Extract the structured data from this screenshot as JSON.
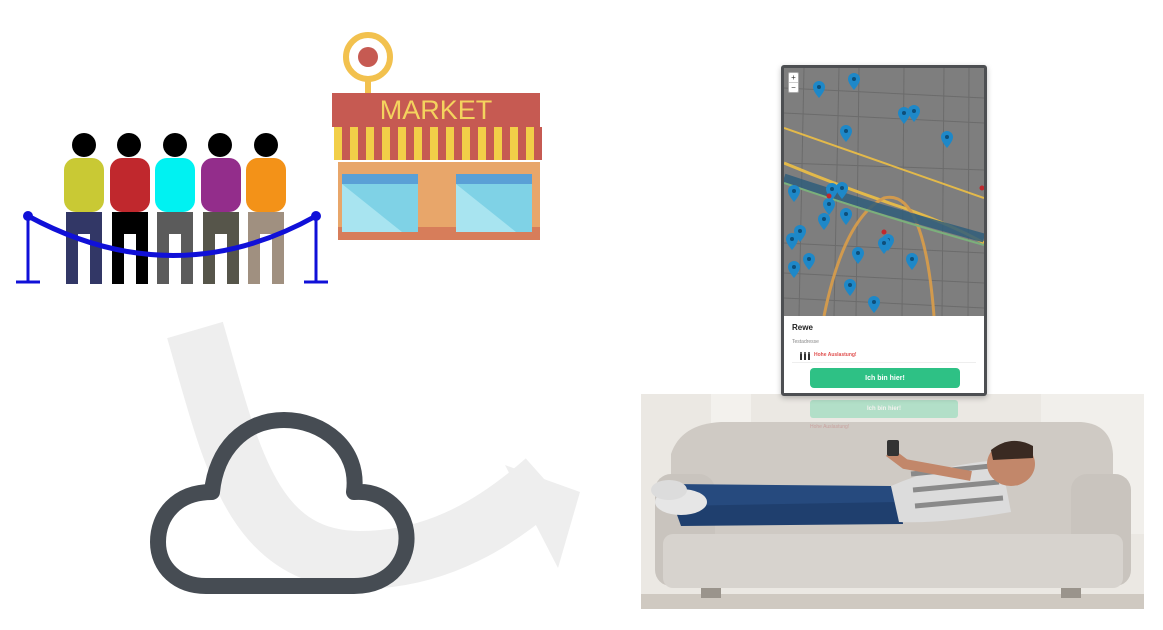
{
  "market": {
    "sign_text": "MARKET"
  },
  "app": {
    "zoom_in": "+",
    "zoom_out": "−",
    "store": {
      "name": "Rewe",
      "address": "Testadresse",
      "crowd_status": "Hohe Auslastung!"
    },
    "check_in_label": "Ich bin hier!"
  },
  "photo_reflection": {
    "button_label": "Ich bin hier!",
    "status": "Hohe Auslastung!"
  },
  "icons": {
    "cloud": "cloud-icon",
    "arrow": "flow-arrow-icon",
    "map_pin": "map-pin-icon"
  },
  "colors": {
    "cloud_stroke": "#464c53",
    "pin_blue": "#1e88c8",
    "check_in_green": "#2ec185",
    "warning_red": "#e0504f",
    "rope_blue": "#1010d8",
    "market_roof": "#c65a52",
    "market_sign_text": "#f4d35e"
  }
}
